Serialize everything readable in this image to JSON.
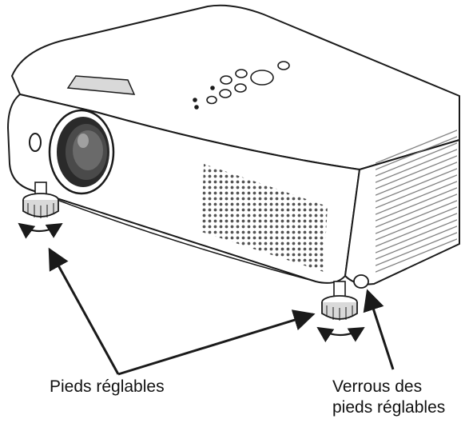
{
  "labels": {
    "adjustable_feet": "Pieds réglables",
    "feet_lock_line1": "Verrous des",
    "feet_lock_line2": "pieds réglables"
  },
  "colors": {
    "outline": "#1a1a1a",
    "body": "#ffffff",
    "shade": "#d9d9d9",
    "dark": "#4a4a4a",
    "grille": "#555555"
  },
  "icons": {
    "projector": "projector-illustration",
    "feet": "adjustable-foot-icon",
    "rotation": "rotate-arrows-icon",
    "pointer": "callout-arrow"
  }
}
